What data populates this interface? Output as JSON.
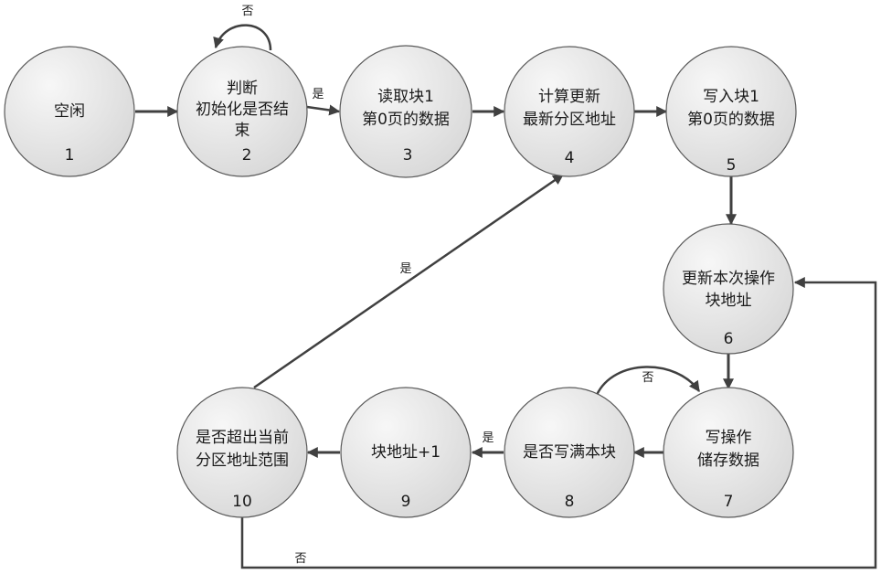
{
  "states": [
    {
      "id": "1",
      "lines": [
        "空闲"
      ]
    },
    {
      "id": "2",
      "lines": [
        "判断",
        "初始化是否结",
        "束"
      ]
    },
    {
      "id": "3",
      "lines": [
        "读取块1",
        "第0页的数据"
      ]
    },
    {
      "id": "4",
      "lines": [
        "计算更新",
        "最新分区地址"
      ]
    },
    {
      "id": "5",
      "lines": [
        "写入块1",
        "第0页的数据"
      ]
    },
    {
      "id": "6",
      "lines": [
        "更新本次操作",
        "块地址"
      ]
    },
    {
      "id": "7",
      "lines": [
        "写操作",
        "储存数据"
      ]
    },
    {
      "id": "8",
      "lines": [
        "是否写满本块"
      ]
    },
    {
      "id": "9",
      "lines": [
        "块地址+1"
      ]
    },
    {
      "id": "10",
      "lines": [
        "是否超出当前",
        "分区地址范围"
      ]
    }
  ],
  "transitions": [
    {
      "from": "1",
      "to": "2",
      "label": ""
    },
    {
      "from": "2",
      "to": "2",
      "label": "否"
    },
    {
      "from": "2",
      "to": "3",
      "label": "是"
    },
    {
      "from": "3",
      "to": "4",
      "label": ""
    },
    {
      "from": "4",
      "to": "5",
      "label": ""
    },
    {
      "from": "5",
      "to": "6",
      "label": ""
    },
    {
      "from": "6",
      "to": "7",
      "label": ""
    },
    {
      "from": "7",
      "to": "8",
      "label": ""
    },
    {
      "from": "8",
      "to": "7",
      "label": "否"
    },
    {
      "from": "8",
      "to": "9",
      "label": "是"
    },
    {
      "from": "9",
      "to": "10",
      "label": ""
    },
    {
      "from": "10",
      "to": "4",
      "label": "是"
    },
    {
      "from": "10",
      "to": "6",
      "label": "否"
    }
  ],
  "colors": {
    "node_fill_light": "#f7f7f7",
    "node_fill_dark": "#d9d9d9",
    "node_stroke": "#5a5a5a",
    "edge": "#404040"
  }
}
